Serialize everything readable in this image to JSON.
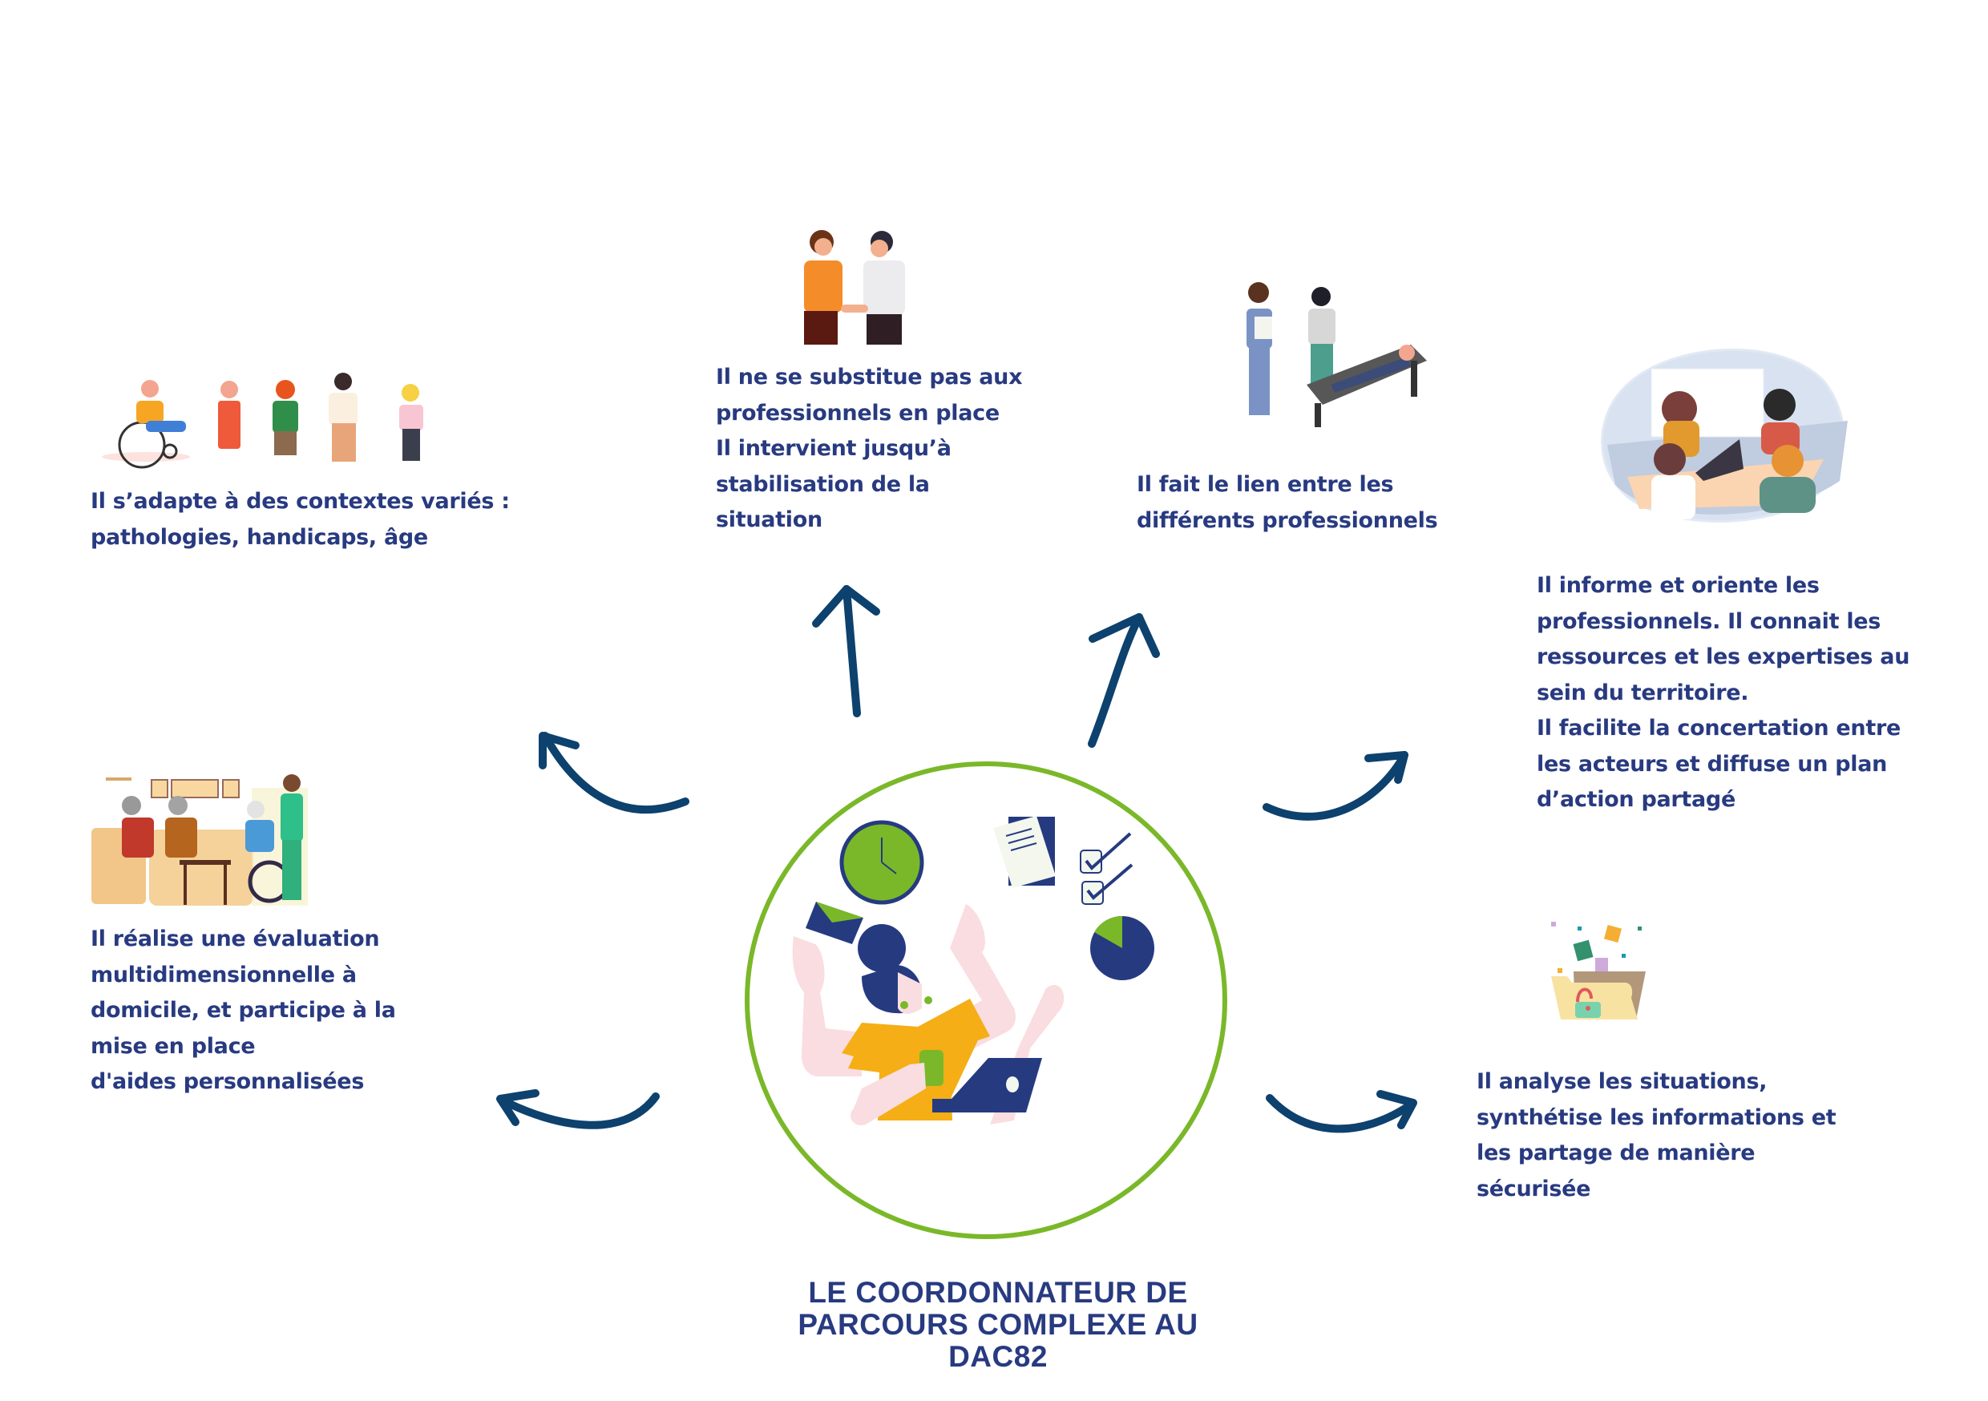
{
  "title": "LE COORDONNATEUR DE\nPARCOURS COMPLEXE AU\nDAC82",
  "colors": {
    "text": "#283a80",
    "arrow": "#0d416e",
    "circle_border": "#7ab829",
    "accent_navy": "#263a80",
    "accent_green": "#7ab829",
    "accent_yellow": "#f5ae16"
  },
  "blocks": [
    {
      "id": "adapt",
      "illustration": "diverse-people-illustration",
      "text": "Il s’adapte à des contextes variés :\npathologies, handicaps, âge"
    },
    {
      "id": "substitute",
      "illustration": "handshake-illustration",
      "text": "Il ne se substitue pas aux\nprofessionnels en place\nIl intervient jusqu’à\nstabilisation de la\nsituation"
    },
    {
      "id": "link",
      "illustration": "physiotherapy-illustration",
      "text": "Il fait le lien entre les\ndifférents professionnels"
    },
    {
      "id": "inform",
      "illustration": "team-meeting-illustration",
      "text": "Il informe et oriente les\nprofessionnels. Il connait les\nressources et les expertises au\nsein du territoire.\nIl facilite la concertation entre\nles acteurs et diffuse un plan\nd’action partagé"
    },
    {
      "id": "analyse",
      "illustration": "secure-folder-illustration",
      "text": "Il analyse les situations,\nsynthétise les informations et\nles partage de manière\nsécurisée"
    },
    {
      "id": "evaluate",
      "illustration": "home-care-illustration",
      "text": "Il réalise une évaluation\nmultidimensionnelle à\ndomicile, et participe à la\nmise en place\nd'aides personnalisées"
    }
  ],
  "center": {
    "illustration": "multitasking-coordinator-illustration"
  }
}
